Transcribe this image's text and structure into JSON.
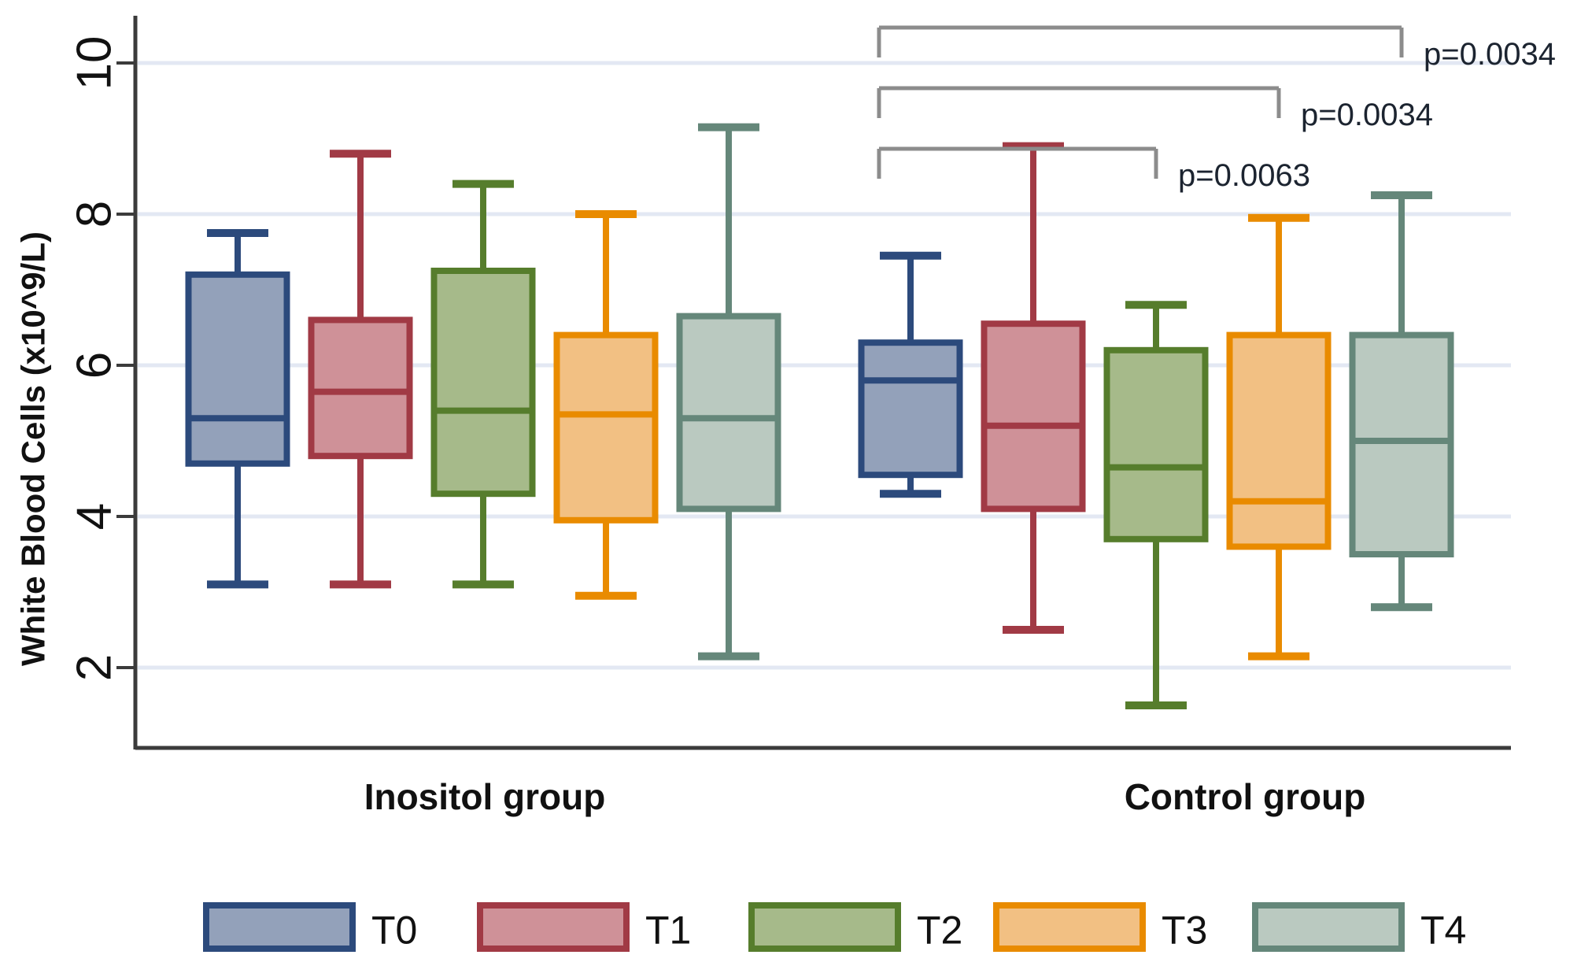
{
  "chart_data": {
    "type": "boxplot",
    "title": "",
    "ylabel": "White Blood Cells  (x10^9/L)",
    "xlabel": "",
    "y_ticks": [
      "2",
      "4",
      "6",
      "8",
      "10"
    ],
    "y_tick_values": [
      2,
      4,
      6,
      8,
      10
    ],
    "ylim": [
      0.9,
      10.6
    ],
    "grid": "horizontal",
    "legend_position": "bottom",
    "palette": [
      {
        "name": "T0",
        "fill": "#93a1ba",
        "stroke": "#2c4a7c"
      },
      {
        "name": "T1",
        "fill": "#cf9198",
        "stroke": "#a13a45"
      },
      {
        "name": "T2",
        "fill": "#a6ba8a",
        "stroke": "#567d2c"
      },
      {
        "name": "T3",
        "fill": "#f2c083",
        "stroke": "#e98b00"
      },
      {
        "name": "T4",
        "fill": "#bac9c0",
        "stroke": "#65877a"
      }
    ],
    "groups": [
      {
        "label": "Inositol group",
        "boxes": [
          {
            "name": "T0",
            "whisker_low": 3.1,
            "q1": 4.7,
            "median": 5.3,
            "q3": 7.2,
            "whisker_high": 7.75
          },
          {
            "name": "T1",
            "whisker_low": 3.1,
            "q1": 4.8,
            "median": 5.65,
            "q3": 6.6,
            "whisker_high": 8.8
          },
          {
            "name": "T2",
            "whisker_low": 3.1,
            "q1": 4.3,
            "median": 5.4,
            "q3": 7.25,
            "whisker_high": 8.4
          },
          {
            "name": "T3",
            "whisker_low": 2.95,
            "q1": 3.95,
            "median": 5.35,
            "q3": 6.4,
            "whisker_high": 8.0
          },
          {
            "name": "T4",
            "whisker_low": 2.15,
            "q1": 4.1,
            "median": 5.3,
            "q3": 6.65,
            "whisker_high": 9.15
          }
        ]
      },
      {
        "label": "Control group",
        "boxes": [
          {
            "name": "T0",
            "whisker_low": 4.3,
            "q1": 4.55,
            "median": 5.8,
            "q3": 6.3,
            "whisker_high": 7.45
          },
          {
            "name": "T1",
            "whisker_low": 2.5,
            "q1": 4.1,
            "median": 5.2,
            "q3": 6.55,
            "whisker_high": 8.9
          },
          {
            "name": "T2",
            "whisker_low": 1.5,
            "q1": 3.7,
            "median": 4.65,
            "q3": 6.2,
            "whisker_high": 6.8
          },
          {
            "name": "T3",
            "whisker_low": 2.15,
            "q1": 3.6,
            "median": 4.2,
            "q3": 6.4,
            "whisker_high": 7.95
          },
          {
            "name": "T4",
            "whisker_low": 2.8,
            "q1": 3.5,
            "median": 5.0,
            "q3": 6.4,
            "whisker_high": 8.25
          }
        ]
      }
    ],
    "significance": [
      {
        "group": "Control group",
        "from": "T0",
        "to": "T4",
        "p": "p=0.0034"
      },
      {
        "group": "Control group",
        "from": "T0",
        "to": "T3",
        "p": "p=0.0034"
      },
      {
        "group": "Control group",
        "from": "T0",
        "to": "T2",
        "p": "p=0.0063"
      }
    ],
    "legend": [
      {
        "label": "T0"
      },
      {
        "label": "T1"
      },
      {
        "label": "T2"
      },
      {
        "label": "T3"
      },
      {
        "label": "T4"
      }
    ],
    "colors": {
      "gridline": "#e3e8f3",
      "axis": "#3b3b3b",
      "bracket": "#8c8c8c",
      "background": "#ffffff"
    }
  }
}
